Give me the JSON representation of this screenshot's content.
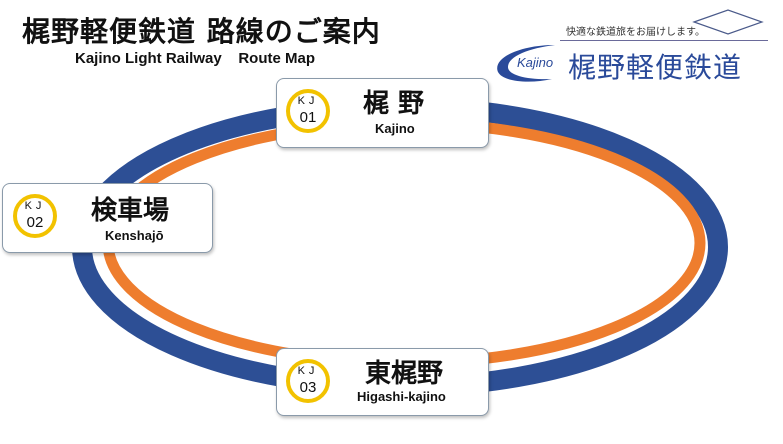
{
  "header": {
    "title": "梶野軽便鉄道 路線のご案内",
    "subtitle": "Kajino Light Railway    Route Map"
  },
  "brand": {
    "tagline": "快適な鉄道旅をお届けします。",
    "logo_word": "Kajino",
    "name": "梶野軽便鉄道"
  },
  "colors": {
    "line_outer": "#2d4f95",
    "line_inner": "#ee7d2e",
    "badge_ring": "#f2c200",
    "brand": "#2a4a9a"
  },
  "stations": [
    {
      "line_code": "KJ",
      "number": "01",
      "name": "梶 野",
      "romaji": "Kajino"
    },
    {
      "line_code": "KJ",
      "number": "02",
      "name": "検車場",
      "romaji": "Kenshajō"
    },
    {
      "line_code": "KJ",
      "number": "03",
      "name": "東梶野",
      "romaji": "Higashi-kajino"
    }
  ]
}
